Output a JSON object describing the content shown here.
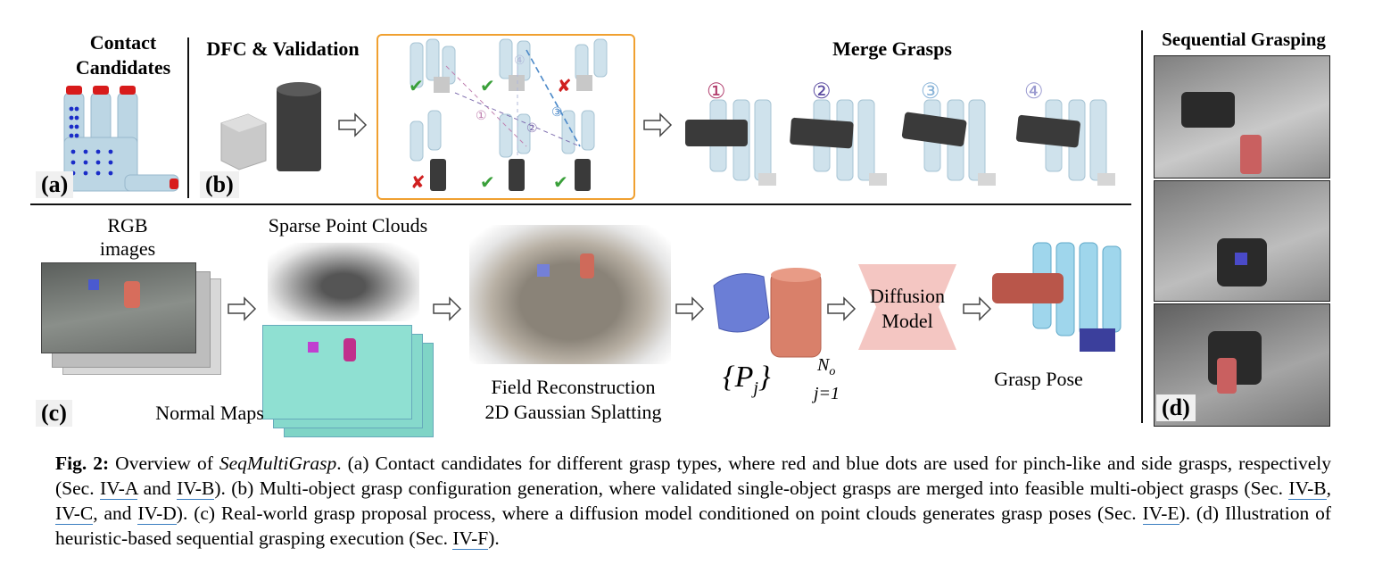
{
  "figure": {
    "a": {
      "title_line1": "Contact",
      "title_line2": "Candidates",
      "tag": "(a)"
    },
    "b": {
      "title": "DFC & Validation",
      "tag": "(b)"
    },
    "merge": {
      "title": "Merge Grasps",
      "labels": [
        "①",
        "②",
        "③",
        "④"
      ]
    },
    "sequential": {
      "title": "Sequential Grasping",
      "tag": "(d)"
    },
    "c": {
      "tag": "(c)",
      "rgb_line1": "RGB",
      "rgb_line2": "images",
      "sparse": "Sparse Point Clouds",
      "normal": "Normal Maps",
      "field_line1": "Field Reconstruction",
      "field_line2": "2D Gaussian Splatting",
      "diffusion_line1": "Diffusion",
      "diffusion_line2": "Model",
      "grasp_pose": "Grasp Pose",
      "math_main": "{P",
      "math_sub": "j",
      "math_close": "}",
      "math_sup": "N",
      "math_sup_sub": "o",
      "math_low": "j=1"
    },
    "checks": {
      "ok": "✔",
      "bad": "✘"
    },
    "colors": {
      "orange_border": "#f0a030",
      "pink_box": "#f4c6c2",
      "check_green": "#3aa03a",
      "cross_red": "#d02020",
      "hand_blue": "#b9d6e6"
    }
  },
  "caption": {
    "fig": "Fig. 2:",
    "t1": " Overview of ",
    "name": "SeqMultiGrasp",
    "t2": ". (a) Contact candidates for different grasp types, where red and blue dots are used for pinch-like and side grasps, respectively (Sec. ",
    "r1": "IV-A",
    "t3": " and ",
    "r2": "IV-B",
    "t4": "). (b) Multi-object grasp configuration generation, where validated single-object grasps are merged into feasible multi-object grasps (Sec. ",
    "r3": "IV-B",
    "t5": ", ",
    "r4": "IV-C",
    "t6": ", and ",
    "r5": "IV-D",
    "t7": "). (c) Real-world grasp proposal process, where a diffusion model conditioned on point clouds generates grasp poses (Sec. ",
    "r6": "IV-E",
    "t8": "). (d) Illustration of heuristic-based sequential grasping execution (Sec. ",
    "r7": "IV-F",
    "t9": ")."
  }
}
